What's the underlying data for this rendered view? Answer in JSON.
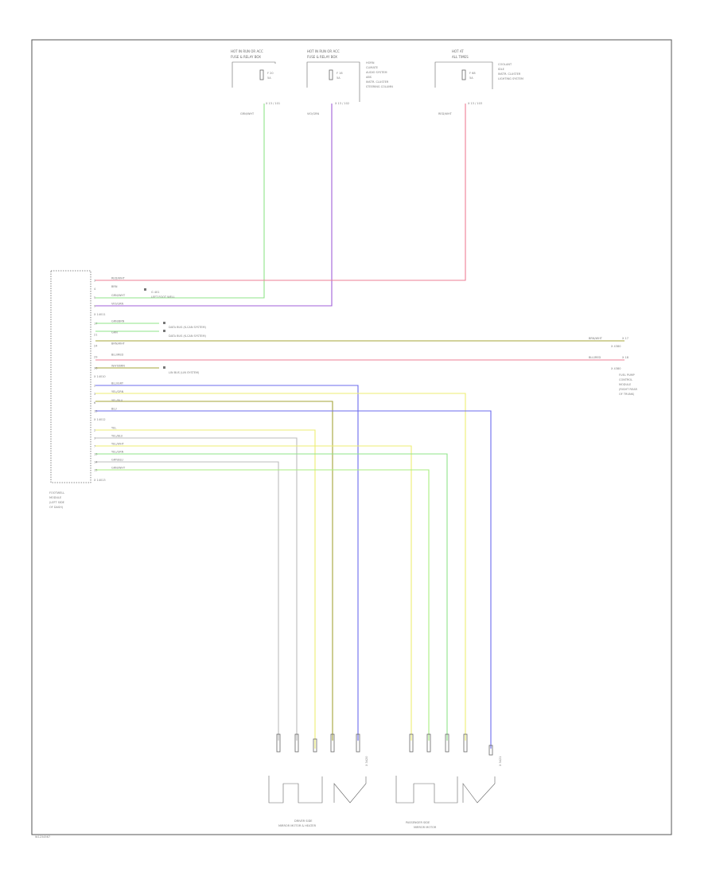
{
  "diagram": {
    "fuses": [
      {
        "title_line1": "HOT IN RUN OR ACC",
        "title_line2": "FUSE & RELAY BOX",
        "fuse": "F 20",
        "amps": "5A",
        "wire": "GRN/WHT",
        "term": "X 13 / 101"
      },
      {
        "title_line1": "HOT IN RUN OR ACC",
        "title_line2": "FUSE & RELAY BOX",
        "fuse": "F 16",
        "amps": "5A",
        "wire": "VIO/GRN",
        "term": "X 13 / 102"
      },
      {
        "title_line1": "HOT AT",
        "title_line2": "ALL TIMES",
        "fuse": "F 68",
        "amps": "5A",
        "wire": "RED/WHT",
        "term": "X 13 / 103"
      }
    ],
    "fuse_notes": {
      "mid": [
        "HORN",
        "CLIMATE",
        "AUDIO SYSTEM",
        "ABS",
        "INSTR. CLUSTER",
        "STEERING COLUMN"
      ],
      "right": [
        "COOLANT",
        "IDLE",
        "INSTR. CLUSTER",
        "LIGHTING SYSTEM"
      ]
    },
    "module": {
      "name_lines": [
        "FOOTWELL",
        "MODULE",
        "(LEFT SIDE",
        "OF DASH)"
      ],
      "conn_top": "X 14011",
      "conn_mid": "X 14010",
      "conn_bot": "X 14012",
      "conn_end": "X 14013",
      "pins_group1": [
        {
          "pin": "3",
          "wire": "RED/WHT"
        },
        {
          "pin": "4",
          "wire": "BRN"
        },
        {
          "pin": "5",
          "wire": "GRN/WHT"
        },
        {
          "pin": "9",
          "wire": "VIO/GRN"
        }
      ],
      "pins_group2": [
        {
          "pin": "17",
          "wire": "GRN/BRN"
        },
        {
          "pin": "21",
          "wire": "GRN"
        },
        {
          "pin": "24",
          "wire": "BRN/WHT"
        },
        {
          "pin": "29",
          "wire": "BLU/RED"
        },
        {
          "pin": "36",
          "wire": "WHT/BRN"
        }
      ],
      "pins_group3": [
        {
          "pin": "2",
          "wire": "BLU/GRY"
        },
        {
          "pin": "3",
          "wire": "YEL/GRN"
        },
        {
          "pin": "6",
          "wire": "YEL/BLU"
        },
        {
          "pin": "15",
          "wire": "BLU"
        }
      ],
      "pins_group4": [
        {
          "pin": "2",
          "wire": "YEL"
        },
        {
          "pin": "3",
          "wire": "YEL/BLU"
        },
        {
          "pin": "7",
          "wire": "YEL/WHT"
        },
        {
          "pin": "13",
          "wire": "YEL/GRN"
        },
        {
          "pin": "14",
          "wire": "GRY/BLU"
        },
        {
          "pin": "15",
          "wire": "GRN/WHT"
        }
      ]
    },
    "side_notes": {
      "ground": "G 401",
      "ground_note": "LEFT FOOT WELL",
      "data_bus_1": "DATA BUS (K-CAN SYSTEM)",
      "data_bus_2": "DATA BUS (K-CAN SYSTEM)",
      "lin_bus": "LIN BUS (LIN SYSTEM)"
    },
    "right_conn": {
      "wire1": "BRN/WHT",
      "pin1": "X 17",
      "wire2": "BLU/RED",
      "pin2": "X 18",
      "term": "X 4380",
      "name_lines": [
        "FUEL PUMP",
        "CONTROL",
        "MODULE",
        "(RIGHT REAR",
        "OF TRUNK)"
      ]
    },
    "motors": [
      {
        "name": "DRIVER SIDE",
        "name2": "MIRROR MOTOR & HEATER",
        "conn": "X 3420"
      },
      {
        "name": "PASSENGER SIDE",
        "name2": "MIRROR MOTOR",
        "conn": "X 3421"
      }
    ],
    "footer": "W1234567",
    "colors": {
      "red": "#ee7f95",
      "green": "#8fe48a",
      "violet": "#a05fd8",
      "blue": "#6b6bee",
      "yellow": "#eded73",
      "olive": "#a4a43a",
      "gray": "#bdbdbd",
      "lightgreen": "#a8ee80"
    }
  }
}
